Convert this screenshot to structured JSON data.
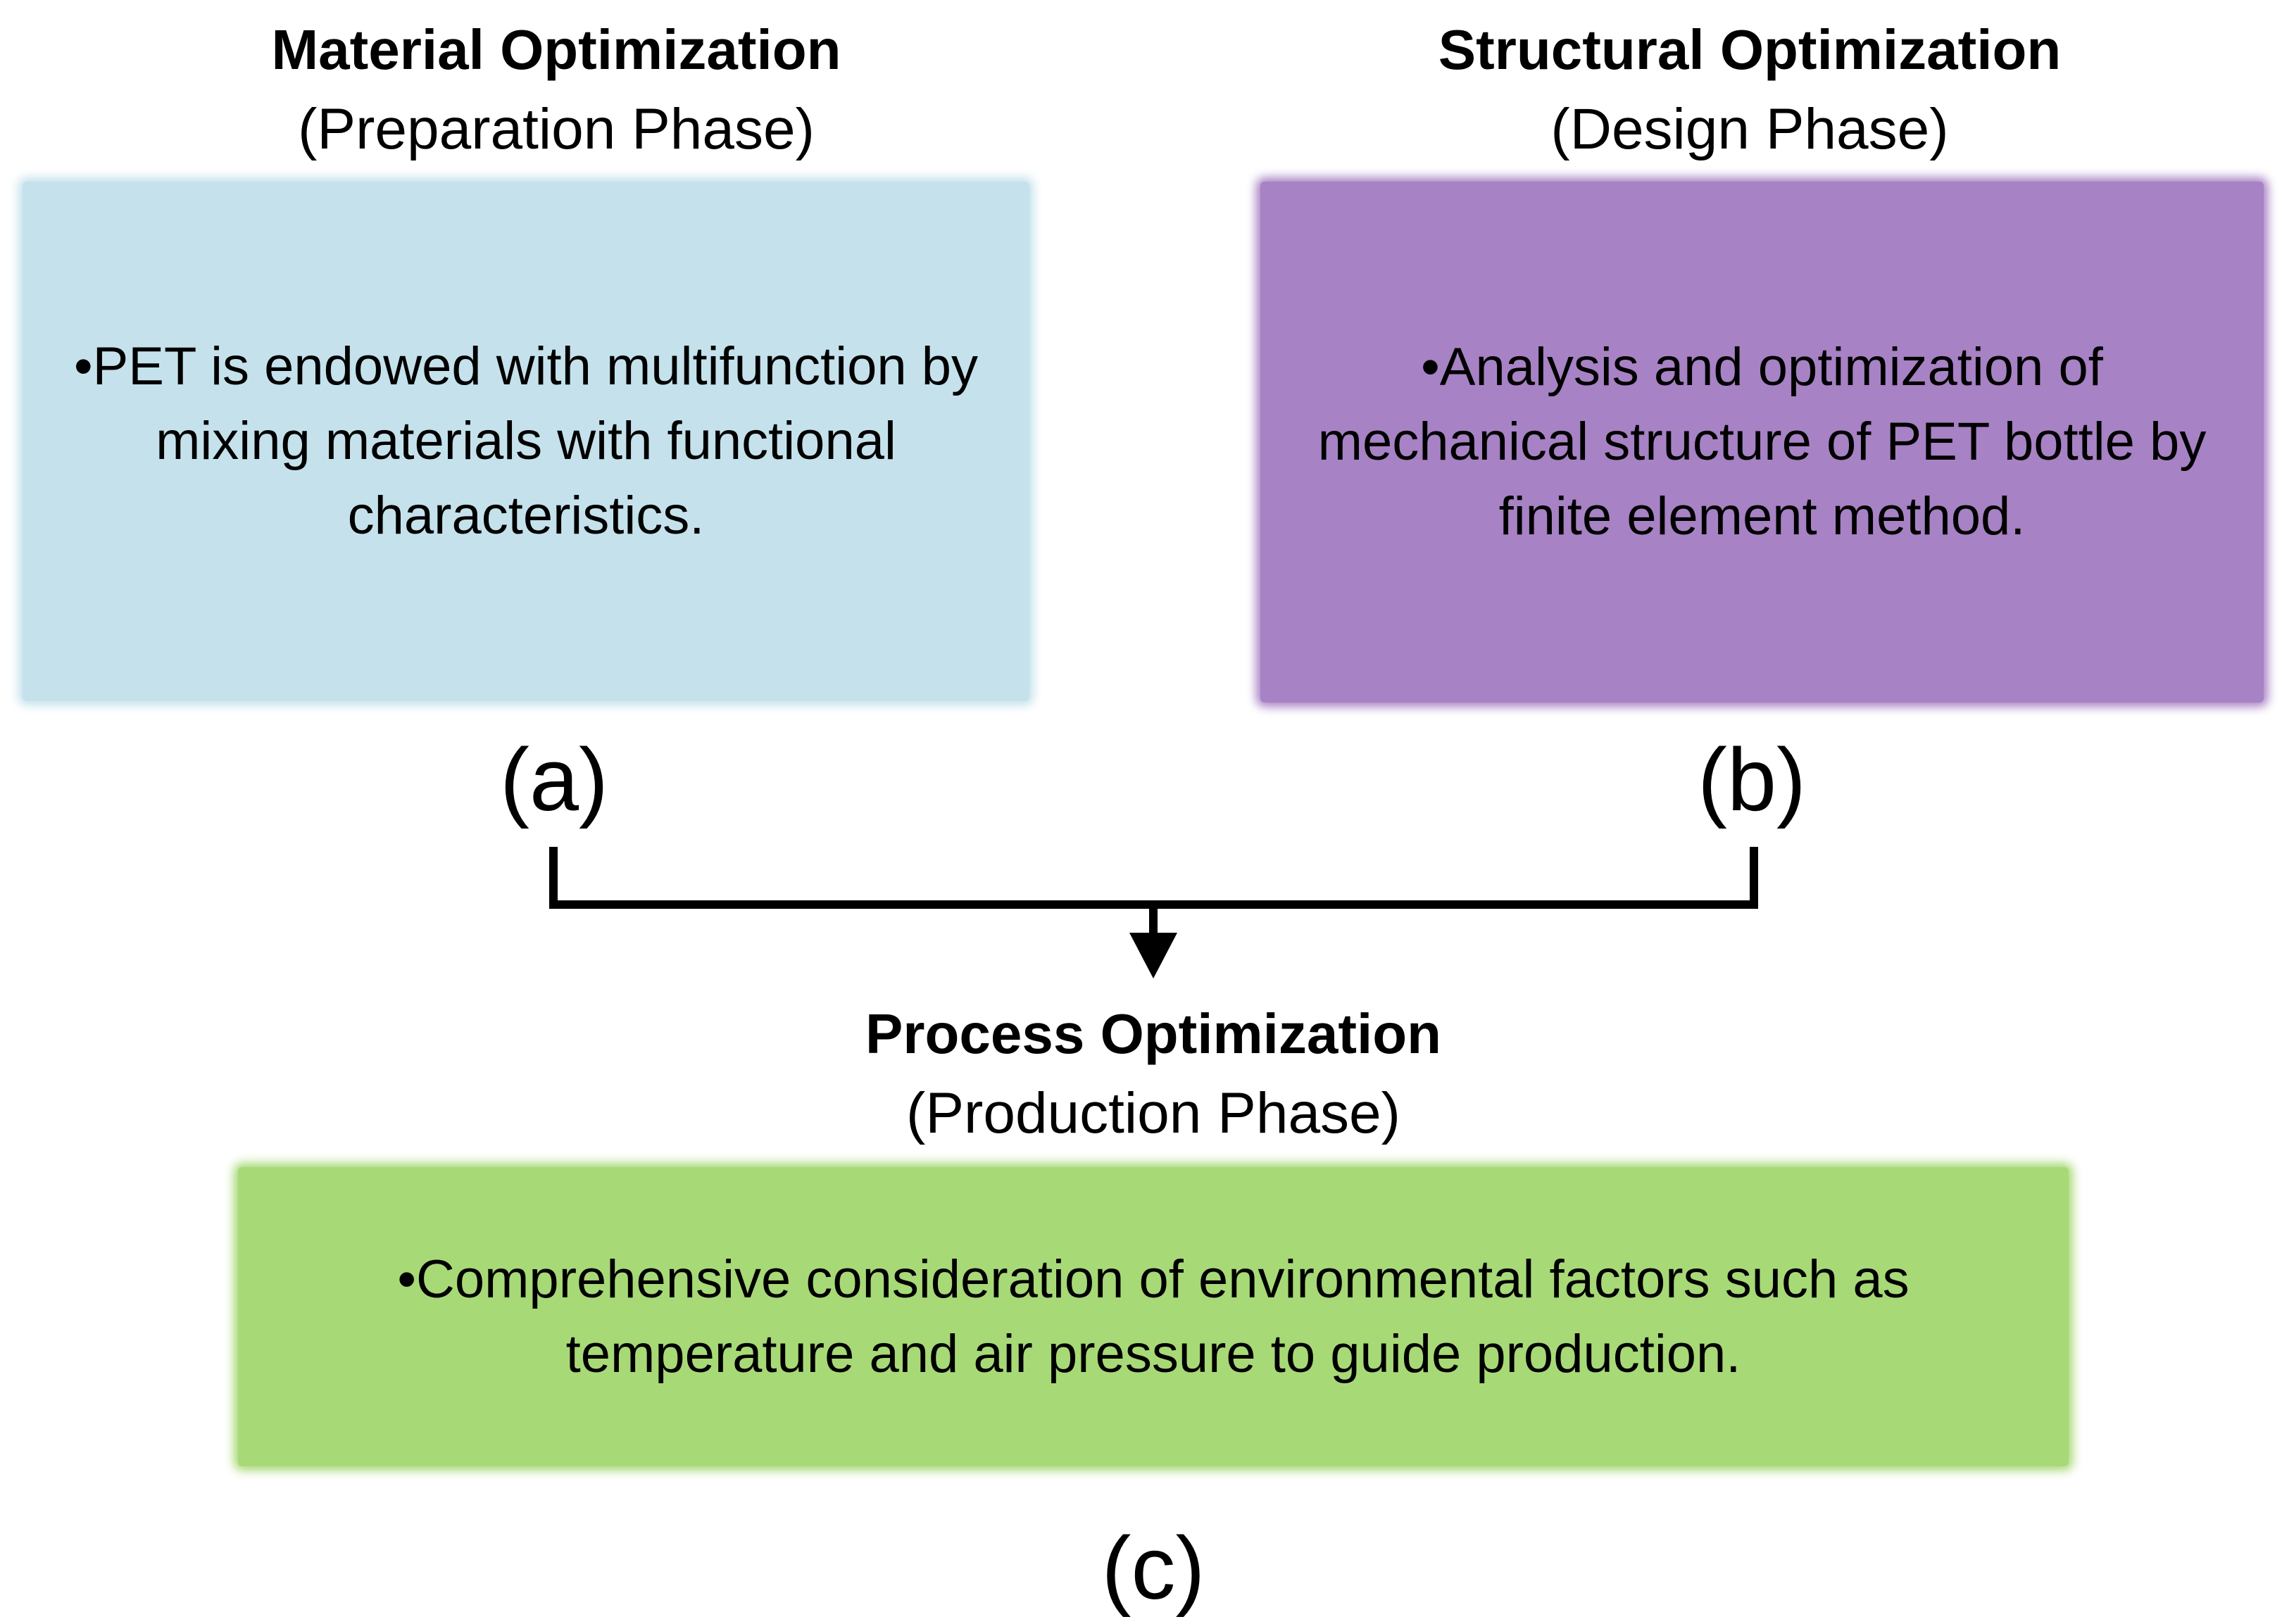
{
  "material": {
    "title": "Material Optimization",
    "phase": "(Preparation Phase)",
    "text": "•PET is endowed with multifunction by mixing materials with functional characteristics.",
    "label": "(a)",
    "color": "#c5e2ec"
  },
  "structural": {
    "title": "Structural Optimization",
    "phase": "(Design Phase)",
    "text": "•Analysis and optimization of mechanical structure of PET bottle by finite element method.",
    "label": "(b)",
    "color": "#a782c4"
  },
  "process": {
    "title": "Process Optimization",
    "phase": "(Production Phase)",
    "text": "•Comprehensive consideration of environmental factors such as temperature and air pressure to guide production.",
    "label": "(c)",
    "color": "#a8d977"
  }
}
